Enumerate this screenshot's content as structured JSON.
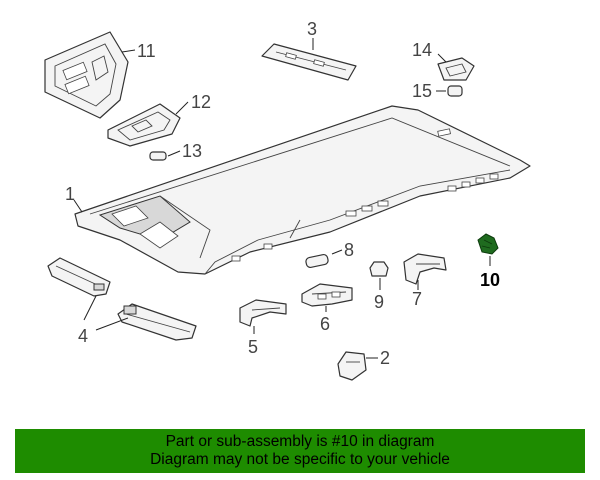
{
  "callouts": {
    "c1": "1",
    "c2": "2",
    "c3": "3",
    "c4": "4",
    "c5": "5",
    "c6": "6",
    "c7": "7",
    "c8": "8",
    "c9": "9",
    "c10": "10",
    "c11": "11",
    "c12": "12",
    "c13": "13",
    "c14": "14",
    "c15": "15"
  },
  "highlight": {
    "part": "10",
    "color": "#1f6b1f"
  },
  "footer": {
    "line1": "Part or sub-assembly is #10 in diagram",
    "line2": "Diagram may not be specific to your vehicle",
    "color": "#1e8c00"
  }
}
